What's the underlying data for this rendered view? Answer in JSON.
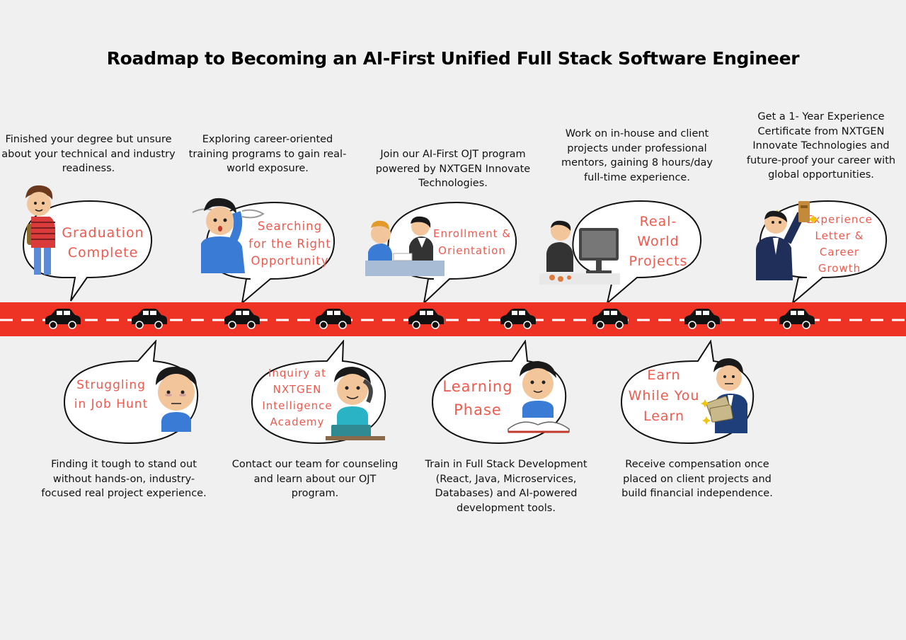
{
  "title": "Roadmap to Becoming an AI-First Unified Full Stack Software Engineer",
  "top_steps": [
    {
      "label": "Graduation Complete",
      "lines": [
        "Graduation",
        "Complete"
      ],
      "description": "Finished your degree but unsure about your technical and industry readiness."
    },
    {
      "label": "Searching for the Right Opportunity",
      "lines": [
        "Searching",
        "for the Right",
        "Opportunity"
      ],
      "description": "Exploring career-oriented training programs to gain real-world exposure."
    },
    {
      "label": "Enrollment & Orientation",
      "lines": [
        "Enrollment &",
        "Orientation"
      ],
      "description": "Join our AI-First OJT program powered by NXTGEN Innovate Technologies."
    },
    {
      "label": "Real-World Projects",
      "lines": [
        "Real-",
        "World",
        "Projects"
      ],
      "description": "Work on in-house and client projects under professional mentors, gaining 8 hours/day full-time experience."
    },
    {
      "label": "Experience Letter & Career Growth",
      "lines": [
        "Experience",
        "Letter &",
        "Career",
        "Growth"
      ],
      "description": "Get a 1- Year Experience Certificate from NXTGEN Innovate Technologies and future-proof your career with global opportunities."
    }
  ],
  "bottom_steps": [
    {
      "label": "Struggling in Job Hunt",
      "lines": [
        "Struggling",
        "in Job Hunt"
      ],
      "description": "Finding it tough to stand out without hands-on, industry-focused real project experience."
    },
    {
      "label": "Inquiry at NXTGEN Intelligence Academy",
      "lines": [
        "Inquiry at",
        "NXTGEN",
        "Intelligence",
        "Academy"
      ],
      "description": "Contact our team for counseling and learn about our OJT program."
    },
    {
      "label": "Learning Phase",
      "lines": [
        "Learning",
        "Phase"
      ],
      "description": "Train in Full Stack Development (React, Java, Microservices, Databases) and AI-powered development tools."
    },
    {
      "label": "Earn While You Learn",
      "lines": [
        "Earn",
        "While You",
        "Learn"
      ],
      "description": "Receive compensation once placed on client projects and build financial independence."
    }
  ],
  "colors": {
    "road": "#ee3224",
    "accent_text": "#ee5a4e",
    "background": "#f0f0f0"
  }
}
